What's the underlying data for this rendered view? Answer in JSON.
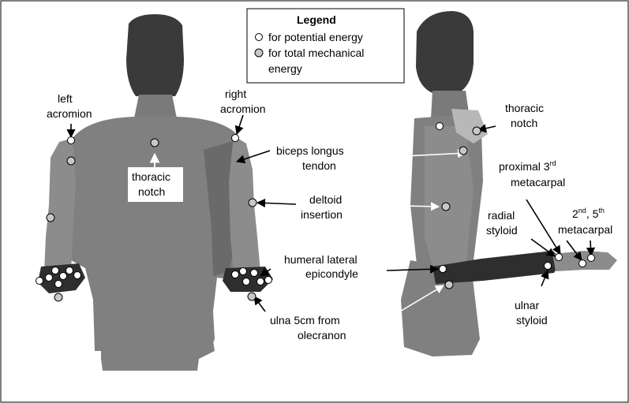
{
  "legend": {
    "title": "Legend",
    "potential": "for potential energy",
    "total_line1": "for total mechanical",
    "total_line2": "energy"
  },
  "colors": {
    "head": "#3a3a3a",
    "torso": "#808080",
    "arm": "#8c8c8c",
    "shadow": "#6a6a6a",
    "dark": "#2e2e2e",
    "light": "#b8b8b8",
    "marker_potential": "#ffffff",
    "marker_total": "#c8c8c8"
  },
  "labels": {
    "left_acromion": [
      "left",
      "acromion"
    ],
    "right_acromion": [
      "right",
      "acromion"
    ],
    "thoracic_notch_front": [
      "thoracic",
      "notch"
    ],
    "thoracic_notch_side": [
      "thoracic",
      "notch"
    ],
    "biceps": [
      "biceps longus",
      "tendon"
    ],
    "deltoid": [
      "deltoid",
      "insertion"
    ],
    "humeral": [
      "humeral lateral",
      "epicondyle"
    ],
    "ulna": [
      "ulna 5cm from",
      "olecranon"
    ],
    "proximal_base": "proximal 3",
    "proximal_sup": "rd",
    "proximal_line2": "metacarpal",
    "radial": [
      "radial",
      "styloid"
    ],
    "ulnar": [
      "ulnar",
      "styloid"
    ],
    "meta_a": "2",
    "meta_a_sup": "nd",
    "meta_sep": ", 5",
    "meta_b_sup": "th",
    "meta_line2": "metacarpal"
  }
}
